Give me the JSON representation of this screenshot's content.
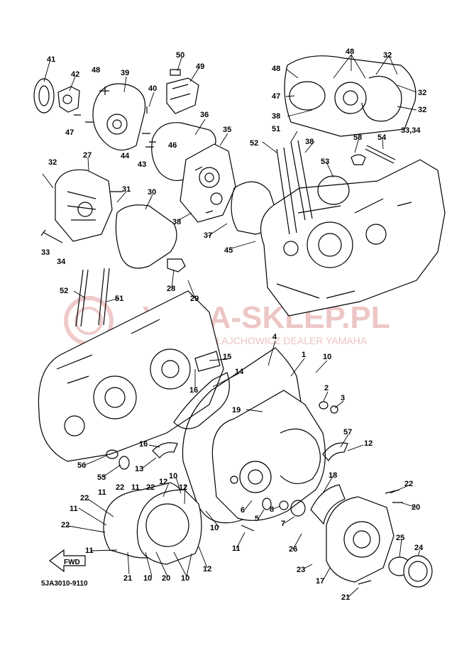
{
  "diagram_code": "5JA3010-9110",
  "fwd_arrow": "FWD",
  "watermark": {
    "title": "YAMA-SKLEP.PL",
    "subtitle": "MICHAŁ MIKOŁAJCHOWICZ DEALER YAMAHA"
  },
  "callouts": [
    "1",
    "2",
    "3",
    "4",
    "5",
    "6",
    "7",
    "8",
    "10",
    "11",
    "12",
    "13",
    "14",
    "15",
    "16",
    "17",
    "18",
    "19",
    "20",
    "21",
    "22",
    "23",
    "24",
    "25",
    "26",
    "27",
    "28",
    "29",
    "30",
    "31",
    "32",
    "33",
    "33,34",
    "34",
    "35",
    "36",
    "37",
    "38",
    "39",
    "40",
    "41",
    "42",
    "43",
    "44",
    "45",
    "46",
    "47",
    "48",
    "49",
    "50",
    "51",
    "52",
    "53",
    "54",
    "55",
    "56",
    "57",
    "58"
  ]
}
